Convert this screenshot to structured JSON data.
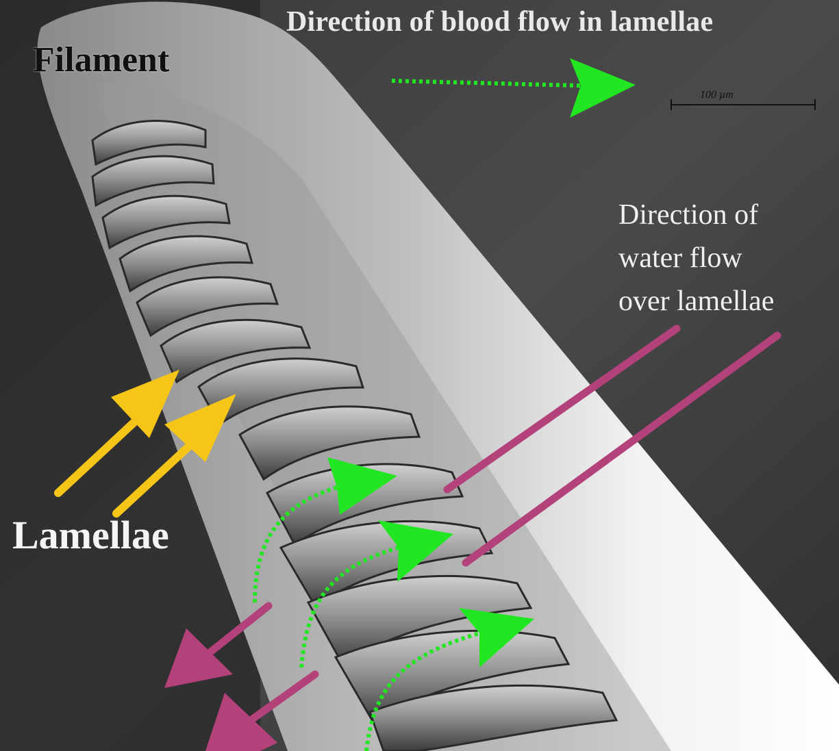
{
  "labels": {
    "blood_flow": "Direction of blood flow in lamellae",
    "filament": "Filament",
    "lamellae": "Lamellae",
    "water_flow_lines": [
      "Direction of",
      "water flow",
      "over lamellae"
    ],
    "scale_bar": "100 µm"
  },
  "colors": {
    "blood_arrow": "#22e622",
    "water_arrow": "#b3417a",
    "lamellae_arrow": "#f5c518",
    "background": "#2b2b2b",
    "filament": "#d9d9d9"
  },
  "icons": {
    "blood_flow": "green-dotted-arrow-icon",
    "water_flow": "magenta-arrow-icon",
    "lamellae_pointer": "yellow-arrow-icon"
  }
}
